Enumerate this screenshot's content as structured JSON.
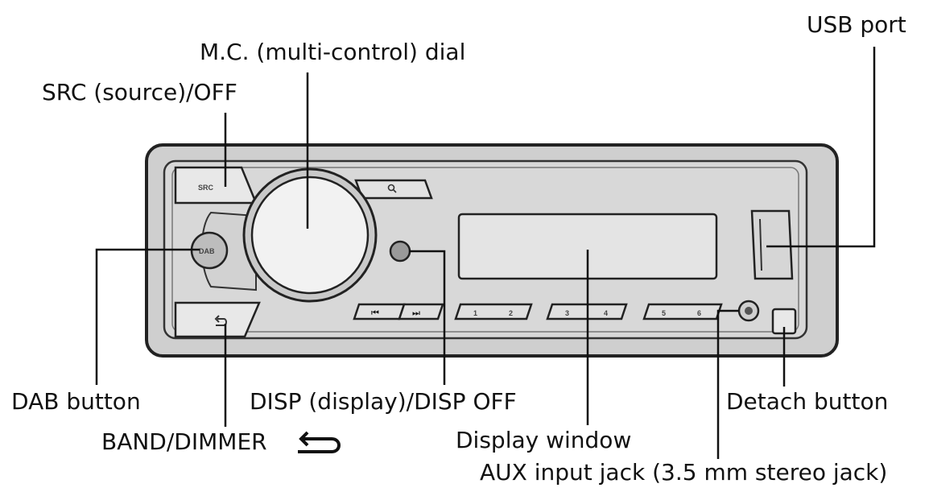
{
  "labels": {
    "usb_port": "USB port",
    "mc_dial": "M.C. (multi-control) dial",
    "src_off": "SRC (source)/OFF",
    "dab_button": "DAB button",
    "disp": "DISP (display)/DISP OFF",
    "detach_button": "Detach button",
    "band_dimmer": "BAND/DIMMER",
    "display_window": "Display window",
    "aux_jack": "AUX input jack (3.5 mm stereo jack)"
  },
  "buttons": {
    "src": "SRC",
    "dab": "DAB",
    "presets": [
      "1",
      "2",
      "3",
      "4",
      "5",
      "6"
    ],
    "prev": "⏮",
    "next": "⏭"
  },
  "icons": {
    "search": "search-icon",
    "back": "back-arrow-icon"
  },
  "colors": {
    "faceplate": "#d0d0d0",
    "panel": "#dadada",
    "outline": "#222222",
    "callout": "#111111"
  }
}
